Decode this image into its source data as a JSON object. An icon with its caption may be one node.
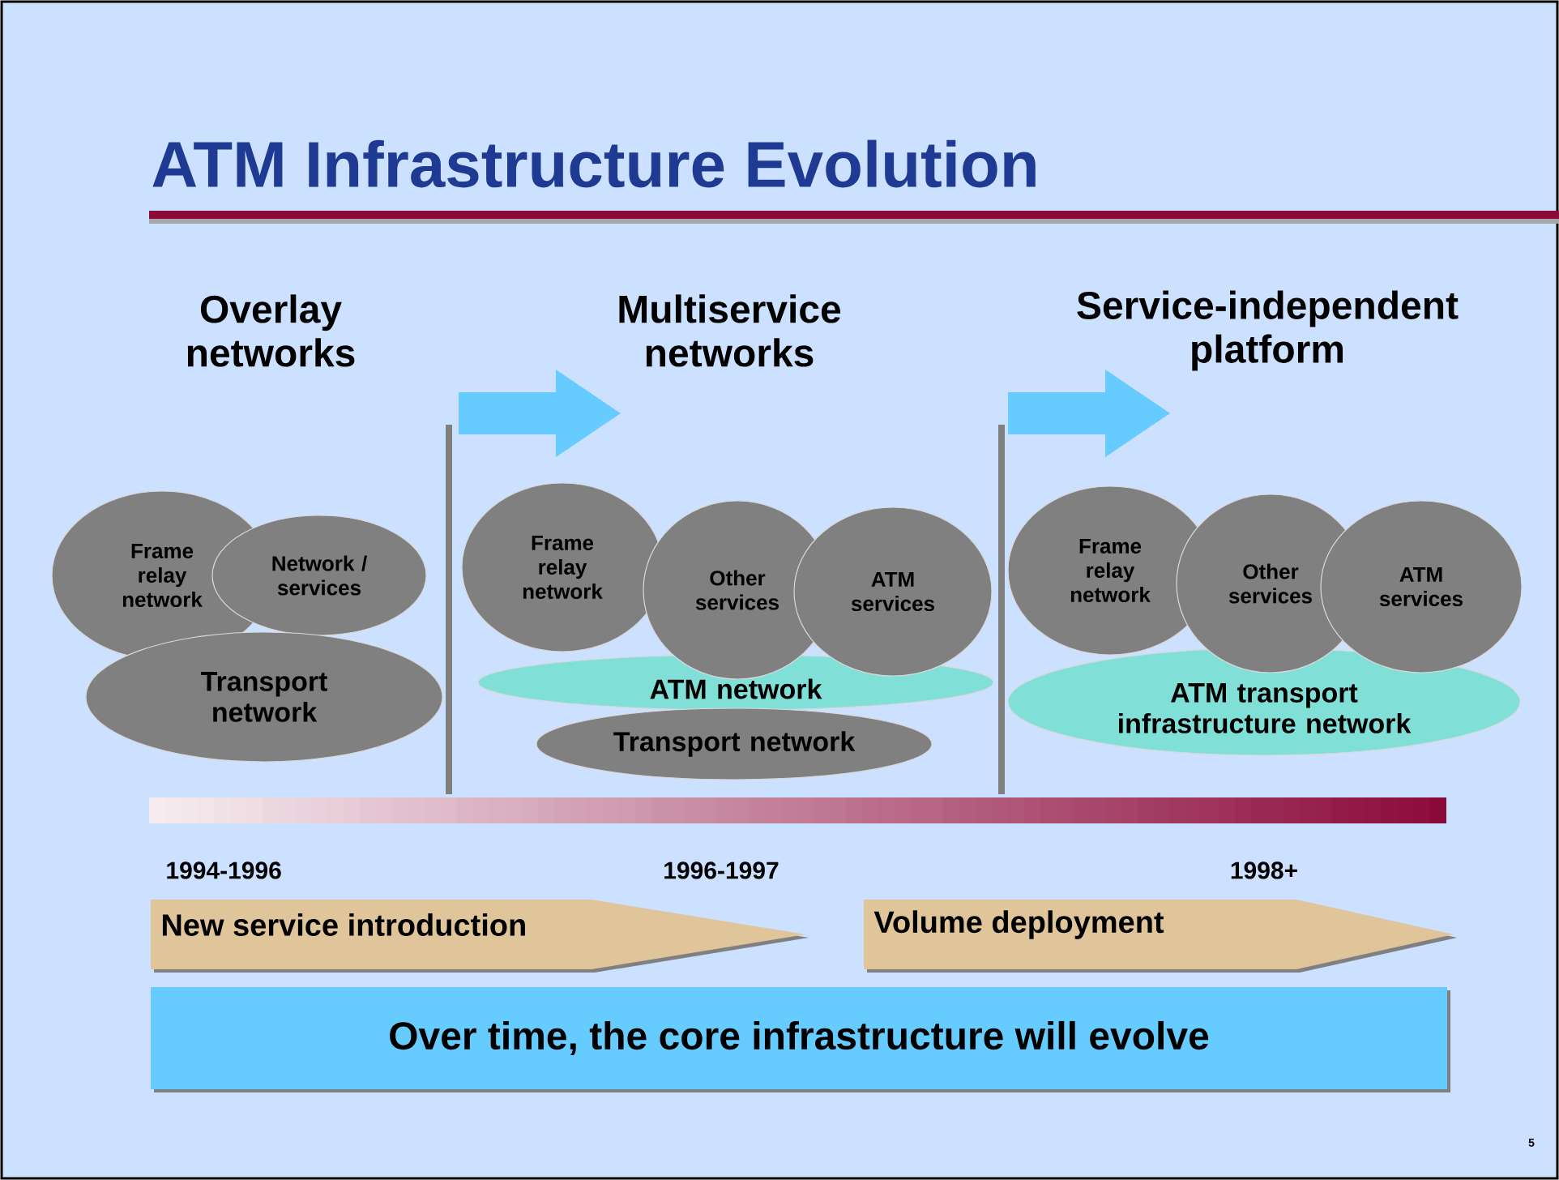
{
  "diagram": {
    "title": "ATM Infrastructure Evolution",
    "nodes": [
      {
        "text": [
          "Frame relay network"
        ]
      },
      {
        "text": [
          "Network / services"
        ]
      },
      {
        "text": [
          "Transport network"
        ]
      },
      {
        "text": [
          "Frame relay network"
        ]
      },
      {
        "text": [
          "Other services"
        ]
      },
      {
        "text": [
          "ATM services"
        ]
      },
      {
        "text": [
          "ATM network"
        ]
      },
      {
        "text": [
          "Transport network"
        ]
      },
      {
        "text": [
          "Frame relay network"
        ]
      },
      {
        "text": [
          "Other services"
        ]
      },
      {
        "text": [
          "ATM services"
        ]
      },
      {
        "text": [
          "ATM transport infrastructure network"
        ]
      },
      {
        "text": [
          "New service introduction"
        ]
      },
      {
        "text": [
          "Volume deployment"
        ]
      },
      {
        "text": [
          "Over time, the core infrastructure will evolve"
        ]
      }
    ],
    "labels": [
      "Overlay networks",
      "Multiservice networks",
      "Service-independent platform",
      "1994-1996",
      "1996-1997",
      "1998+",
      "5"
    ]
  }
}
